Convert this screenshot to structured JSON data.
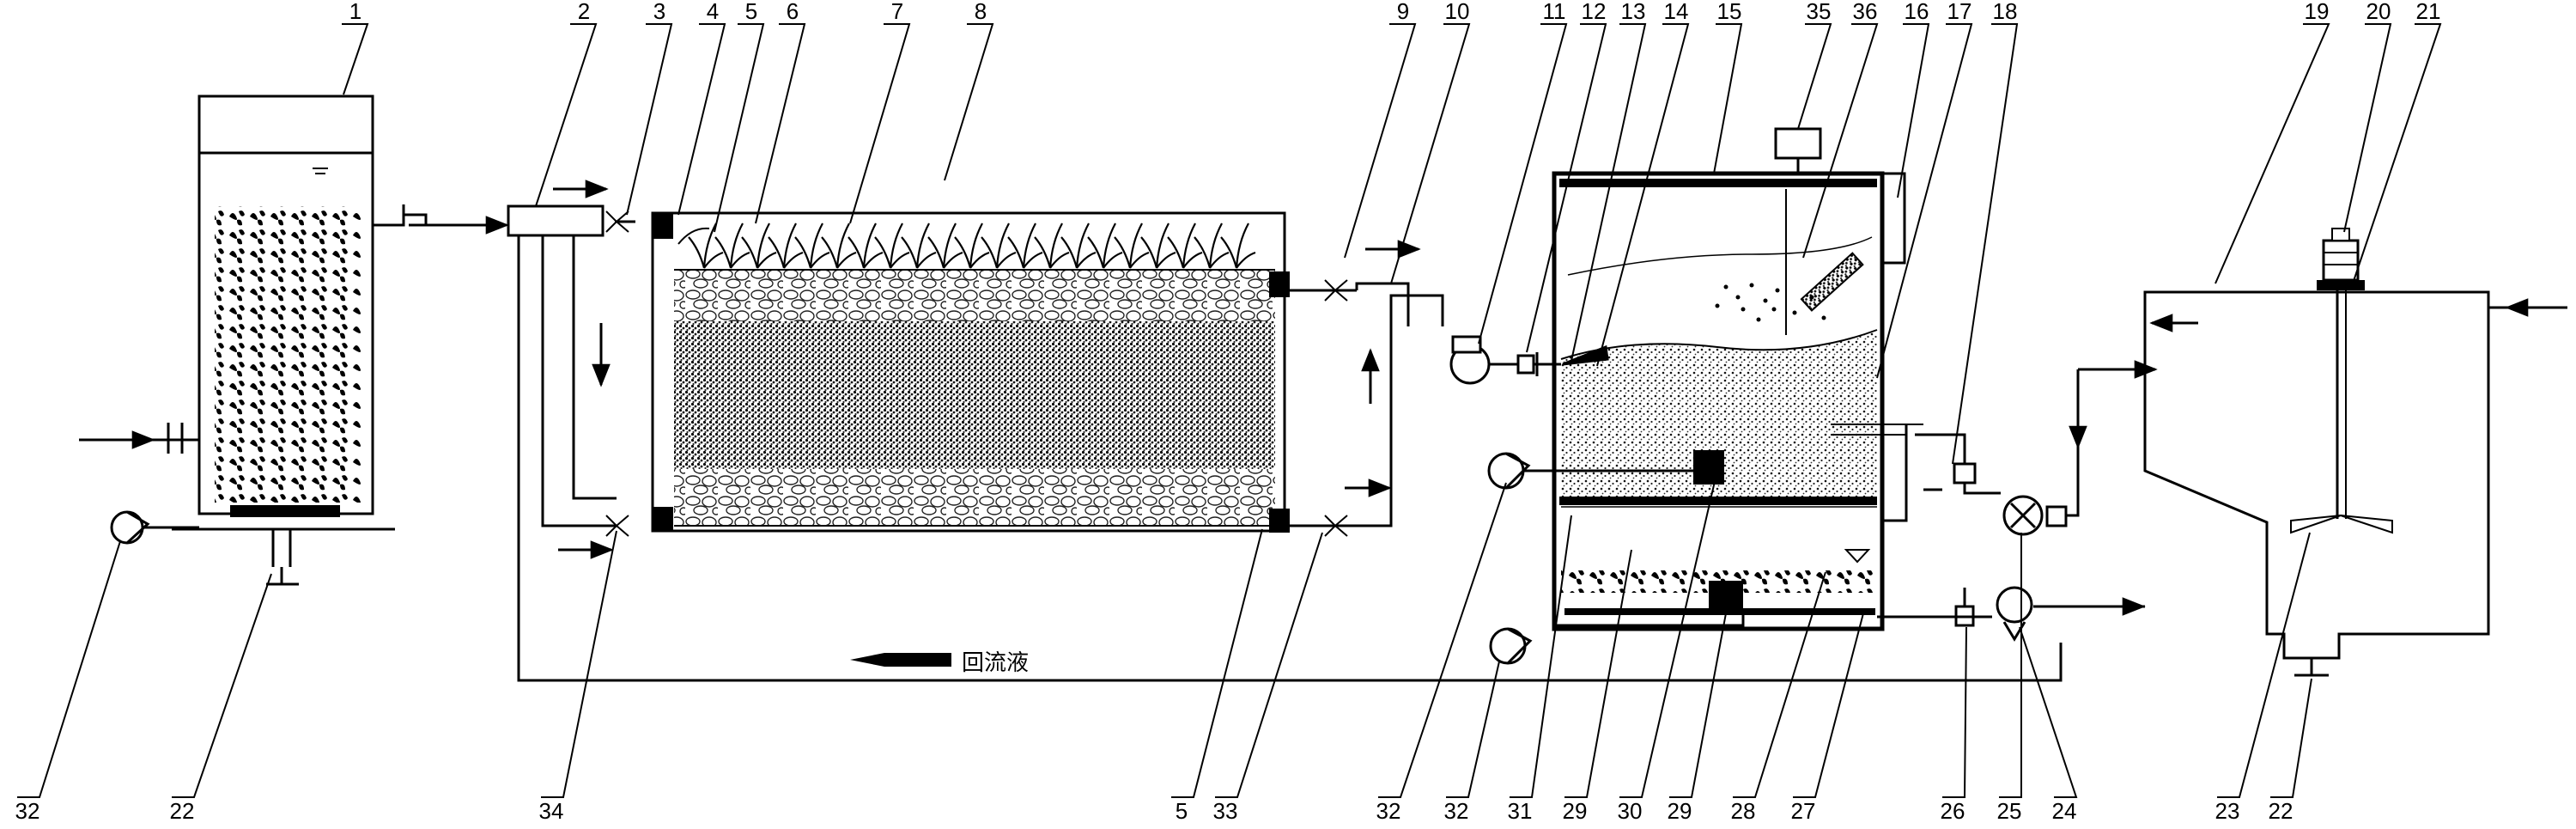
{
  "legend": {
    "text": "回流液"
  },
  "labels": {
    "top": [
      "1",
      "2",
      "3",
      "4",
      "5",
      "6",
      "7",
      "8",
      "9",
      "10",
      "11",
      "12",
      "13",
      "14",
      "15",
      "35",
      "36",
      "16",
      "17",
      "18",
      "19",
      "20",
      "21"
    ],
    "bottom": [
      "32",
      "22",
      "34",
      "5",
      "33",
      "32",
      "32",
      "31",
      "29",
      "30",
      "29",
      "28",
      "27",
      "26",
      "25",
      "24",
      "23",
      "22"
    ]
  }
}
